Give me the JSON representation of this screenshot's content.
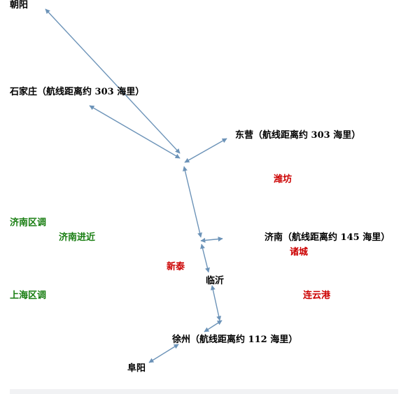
{
  "labels": {
    "chaoyang": "朝阳",
    "shijiazhuang": "石家庄（航线距离约 303 海里）",
    "dongying": "东营（航线距离约 303 海里）",
    "weifang": "潍坊",
    "jinan_acc": "济南区调",
    "jinan_app": "济南进近",
    "jinan": "济南（航线距离约 145 海里）",
    "zhucheng": "诸城",
    "xintai": "新泰",
    "linyi": "临沂",
    "shanghai_acc": "上海区调",
    "lianyungang": "连云港",
    "xuzhou": "徐州（航线距离约 112 海里）",
    "fuyang": "阜阳"
  },
  "colors": {
    "route": "#6c93b8",
    "city": "#000000",
    "reporting_point": "#cc0000",
    "control_unit": "#177d10"
  },
  "routes": [
    {
      "from": "chaoyang",
      "to": "junction",
      "bidirectional": true
    },
    {
      "from": "shijiazhuang",
      "to": "junction",
      "bidirectional": true
    },
    {
      "from": "dongying",
      "to": "junction",
      "bidirectional": true
    },
    {
      "from": "junction",
      "to": "jinan",
      "bidirectional": true
    },
    {
      "from": "jinan",
      "to": "linyi",
      "bidirectional": true
    },
    {
      "from": "linyi",
      "to": "xuzhou",
      "bidirectional": true
    },
    {
      "from": "xuzhou",
      "to": "fuyang",
      "bidirectional": true
    }
  ]
}
